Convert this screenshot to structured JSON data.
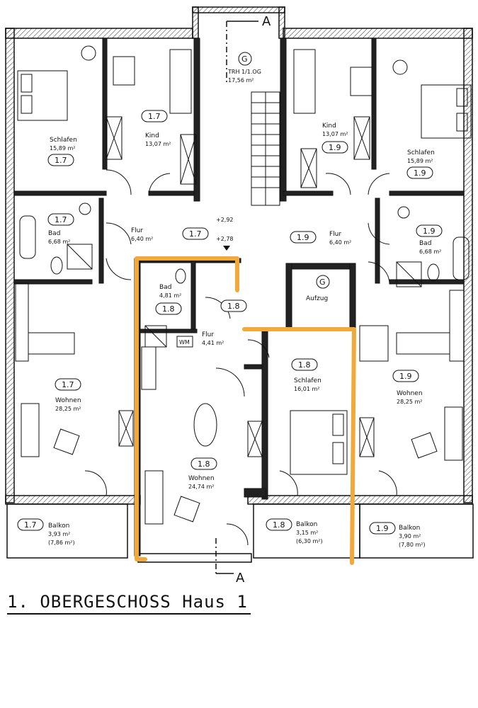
{
  "title": "1. OBERGESCHOSS Haus 1",
  "section_marker": "A",
  "highlight_color": "#f0a93a",
  "wall_color": "#111111",
  "stairwell": {
    "tag": "G",
    "name": "TRH 1/1.OG",
    "area": "17,56 m²"
  },
  "elevator": {
    "tag": "G",
    "name": "Aufzug"
  },
  "levels": {
    "upper": "+2,92",
    "lower": "+2,78"
  },
  "rooms": [
    {
      "id": "w17-schlafen",
      "name": "Schlafen",
      "area": "15,89 m²",
      "tag": "1.7"
    },
    {
      "id": "w17-kind",
      "name": "Kind",
      "area": "13,07 m²",
      "tag": "1.7"
    },
    {
      "id": "w17-bad",
      "name": "Bad",
      "area": "6,68 m²",
      "tag": "1.7"
    },
    {
      "id": "w17-flur",
      "name": "Flur",
      "area": "6,40 m²",
      "tag": "1.7"
    },
    {
      "id": "w17-wohnen",
      "name": "Wohnen",
      "area": "28,25 m²",
      "tag": "1.7"
    },
    {
      "id": "w17-balkon",
      "name": "Balkon",
      "area": "3,93 m²",
      "area2": "(7,86 m²)",
      "tag": "1.7"
    },
    {
      "id": "w18-bad",
      "name": "Bad",
      "area": "4,81 m²",
      "tag": "1.8"
    },
    {
      "id": "w18-flur",
      "name": "Flur",
      "area": "4,41 m²",
      "tag": "1.8"
    },
    {
      "id": "w18-schlafen",
      "name": "Schlafen",
      "area": "16,01 m²",
      "tag": "1.8"
    },
    {
      "id": "w18-wohnen",
      "name": "Wohnen",
      "area": "24,74 m²",
      "tag": "1.8"
    },
    {
      "id": "w18-balkon",
      "name": "Balkon",
      "area": "3,15 m²",
      "area2": "(6,30 m²)",
      "tag": "1.8"
    },
    {
      "id": "w19-kind",
      "name": "Kind",
      "area": "13,07 m²",
      "tag": "1.9"
    },
    {
      "id": "w19-schlafen",
      "name": "Schlafen",
      "area": "15,89 m²",
      "tag": "1.9"
    },
    {
      "id": "w19-flur",
      "name": "Flur",
      "area": "6,40 m²",
      "tag": "1.9"
    },
    {
      "id": "w19-bad",
      "name": "Bad",
      "area": "6,68 m²",
      "tag": "1.9"
    },
    {
      "id": "w19-wohnen",
      "name": "Wohnen",
      "area": "28,25 m²",
      "tag": "1.9"
    },
    {
      "id": "w19-balkon",
      "name": "Balkon",
      "area": "3,90 m²",
      "area2": "(7,80 m²)",
      "tag": "1.9"
    }
  ],
  "extra_tags": [
    "1.8"
  ],
  "wm_label": "WM"
}
